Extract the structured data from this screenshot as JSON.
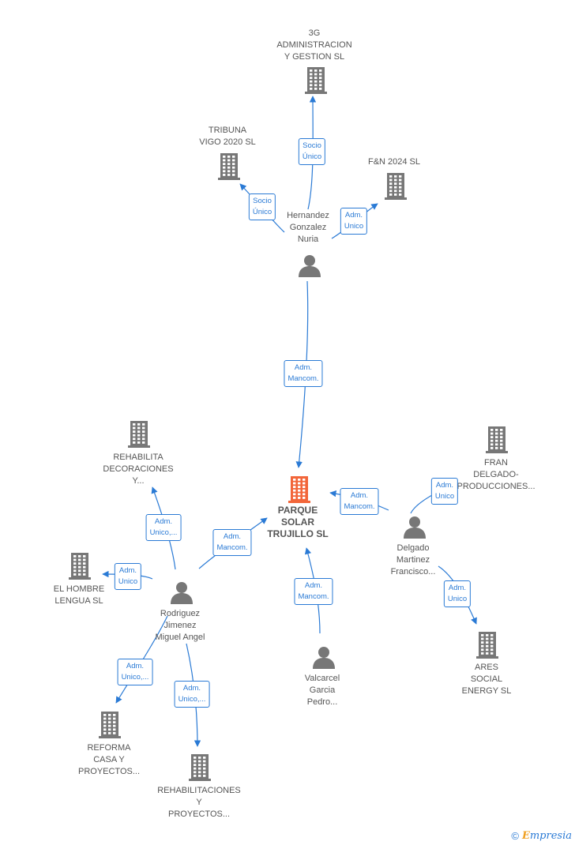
{
  "colors": {
    "edge": "#2a7ad5",
    "node_gray": "#777777",
    "node_main": "#f2663a"
  },
  "nodes": [
    {
      "id": "admin3g",
      "type": "company",
      "label": "3G\nADMINISTRACION\nY GESTION  SL",
      "icon": "building-icon"
    },
    {
      "id": "tribuna",
      "type": "company",
      "label": "TRIBUNA\nVIGO 2020  SL",
      "icon": "building-icon"
    },
    {
      "id": "fn2024",
      "type": "company",
      "label": "F&N 2024  SL",
      "icon": "building-icon"
    },
    {
      "id": "hernandez",
      "type": "person",
      "label": "Hernandez\nGonzalez\nNuria",
      "icon": "person-icon"
    },
    {
      "id": "parque",
      "type": "company",
      "main": true,
      "label": "PARQUE\nSOLAR\nTRUJILLO  SL",
      "icon": "building-icon"
    },
    {
      "id": "rehab_deco",
      "type": "company",
      "label": "REHABILITA\nDECORACIONES\nY...",
      "icon": "building-icon"
    },
    {
      "id": "elhombre",
      "type": "company",
      "label": "EL HOMBRE\nLENGUA  SL",
      "icon": "building-icon"
    },
    {
      "id": "rodriguez",
      "type": "person",
      "label": "Rodriguez\nJimenez\nMiguel Angel",
      "icon": "person-icon"
    },
    {
      "id": "reforma",
      "type": "company",
      "label": "REFORMA\nCASA Y\nPROYECTOS...",
      "icon": "building-icon"
    },
    {
      "id": "rehabilitaciones",
      "type": "company",
      "label": "REHABILITACIONES\nY\nPROYECTOS...",
      "icon": "building-icon"
    },
    {
      "id": "valcarcel",
      "type": "person",
      "label": "Valcarcel\nGarcia\nPedro...",
      "icon": "person-icon"
    },
    {
      "id": "fran",
      "type": "company",
      "label": "FRAN\nDELGADO-\nPRODUCCIONES...",
      "icon": "building-icon"
    },
    {
      "id": "delgado",
      "type": "person",
      "label": "Delgado\nMartinez\nFrancisco...",
      "icon": "person-icon"
    },
    {
      "id": "ares",
      "type": "company",
      "label": "ARES\nSOCIAL\nENERGY  SL",
      "icon": "building-icon"
    }
  ],
  "edges": [
    {
      "from": "hernandez",
      "to": "admin3g",
      "label": "Socio\nÚnico"
    },
    {
      "from": "hernandez",
      "to": "tribuna",
      "label": "Socio\nÚnico"
    },
    {
      "from": "hernandez",
      "to": "fn2024",
      "label": "Adm.\nUnico"
    },
    {
      "from": "hernandez",
      "to": "parque",
      "label": "Adm.\nMancom."
    },
    {
      "from": "rodriguez",
      "to": "rehab_deco",
      "label": "Adm.\nUnico,..."
    },
    {
      "from": "rodriguez",
      "to": "parque",
      "label": "Adm.\nMancom."
    },
    {
      "from": "rodriguez",
      "to": "elhombre",
      "label": "Adm.\nUnico"
    },
    {
      "from": "rodriguez",
      "to": "reforma",
      "label": "Adm.\nUnico,..."
    },
    {
      "from": "rodriguez",
      "to": "rehabilitaciones",
      "label": "Adm.\nUnico,..."
    },
    {
      "from": "valcarcel",
      "to": "parque",
      "label": "Adm.\nMancom."
    },
    {
      "from": "delgado",
      "to": "parque",
      "label": "Adm.\nMancom."
    },
    {
      "from": "delgado",
      "to": "fran",
      "label": "Adm.\nUnico"
    },
    {
      "from": "delgado",
      "to": "ares",
      "label": "Adm.\nUnico"
    }
  ],
  "footer": {
    "copyright": "©",
    "brand_initial": "E",
    "brand_rest": "mpresia"
  }
}
